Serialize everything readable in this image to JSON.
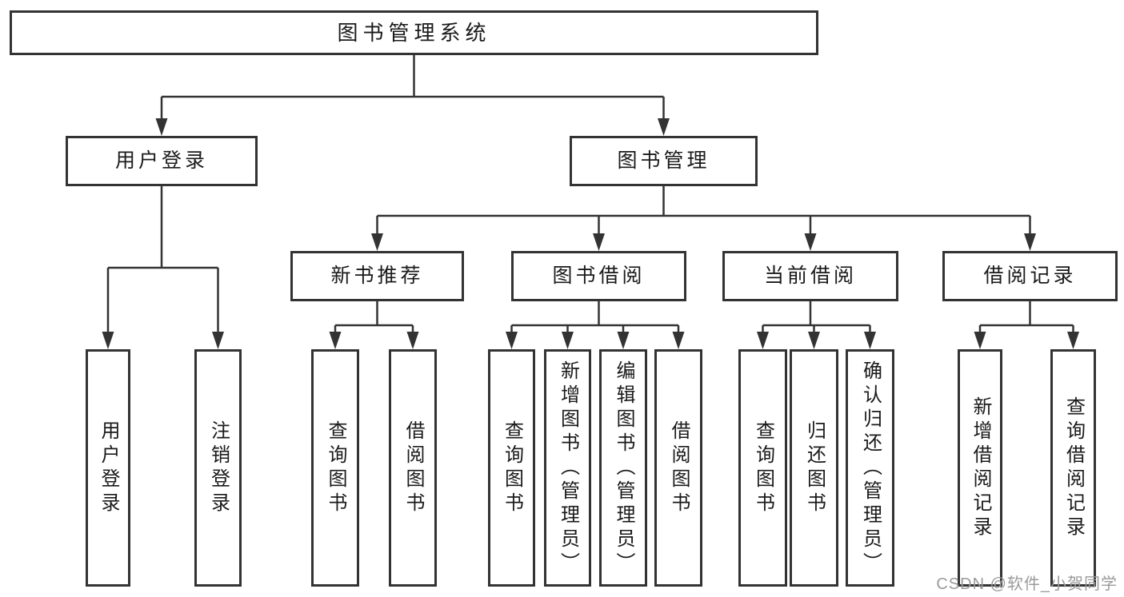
{
  "nodes": {
    "root": "图书管理系统",
    "user_login": "用户登录",
    "book_management": "图书管理",
    "new_book_recommend": "新书推荐",
    "book_borrow": "图书借阅",
    "current_borrow": "当前借阅",
    "borrow_records": "借阅记录",
    "leaves": {
      "user": [
        "用户登录",
        "注销登录"
      ],
      "new_book": [
        "查询图书",
        "借阅图书"
      ],
      "borrow": [
        "查询图书",
        "新增图书（管理员）",
        "编辑图书（管理员）",
        "借阅图书"
      ],
      "current": [
        "查询图书",
        "归还图书",
        "确认归还（管理员）"
      ],
      "records": [
        "新增借阅记录",
        "查询借阅记录"
      ]
    }
  },
  "watermark": {
    "text": "CSDN @软件_小贺同学"
  },
  "colors": {
    "line": "#333333",
    "text": "#1a1a1a",
    "watermark": "#9a9a9a",
    "background": "#ffffff"
  }
}
